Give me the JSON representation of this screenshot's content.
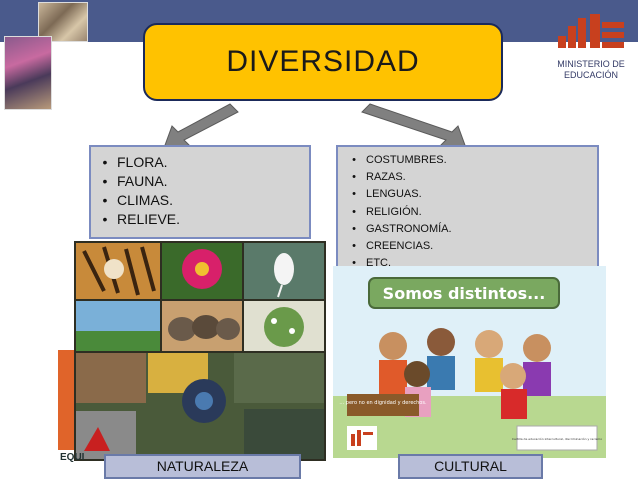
{
  "title": "DIVERSIDAD",
  "ministry": "MINISTERIO DE EDUCACIÓN",
  "left_list": [
    "FLORA.",
    "FAUNA.",
    "CLIMAS.",
    "RELIEVE."
  ],
  "right_list": [
    "COSTUMBRES.",
    "RAZAS.",
    "LENGUAS.",
    "RELIGIÓN.",
    "GASTRONOMÍA.",
    "CREENCIAS.",
    "ETC."
  ],
  "bullet": "•",
  "poster": {
    "title": "Somos distintos...",
    "subtitle": "... pero no en dignidad y derechos.",
    "footnote": "Cartilla de educación intercultural, discriminación y racismo"
  },
  "caption_left": "NATURALEZA",
  "caption_right": "CULTURAL",
  "footer_partial": "EQUI",
  "colors": {
    "title_fill": "#ffc200",
    "header_band": "#4a5a8c",
    "logo": "#c8401e",
    "list_fill": "#d4d4d4",
    "caption_fill": "#b8bed8"
  }
}
